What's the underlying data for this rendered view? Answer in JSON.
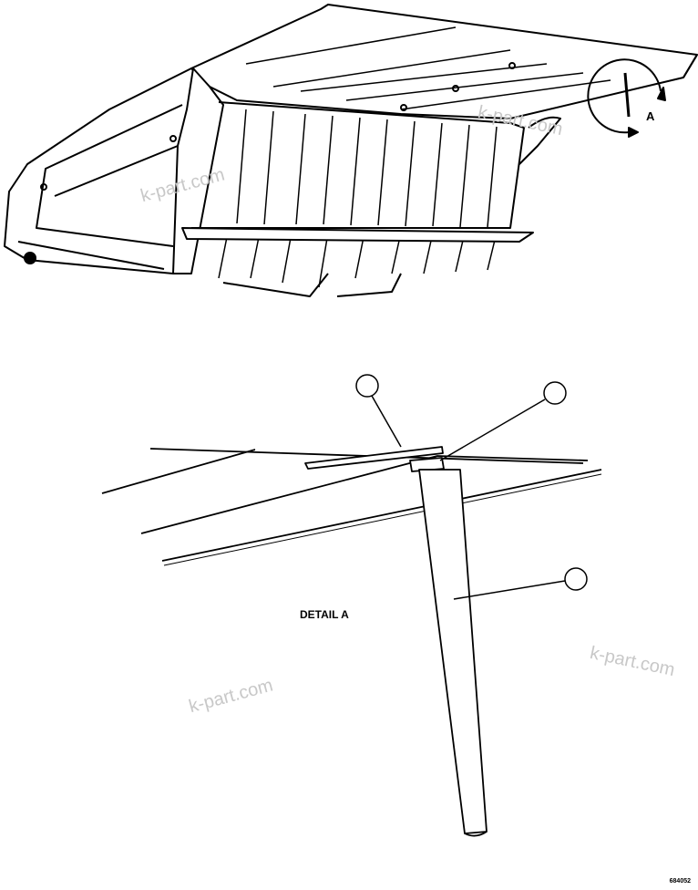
{
  "detail_callout": "A",
  "detail_title": "DETAIL A",
  "watermark": "k-part.com",
  "drawing_code": "684052"
}
